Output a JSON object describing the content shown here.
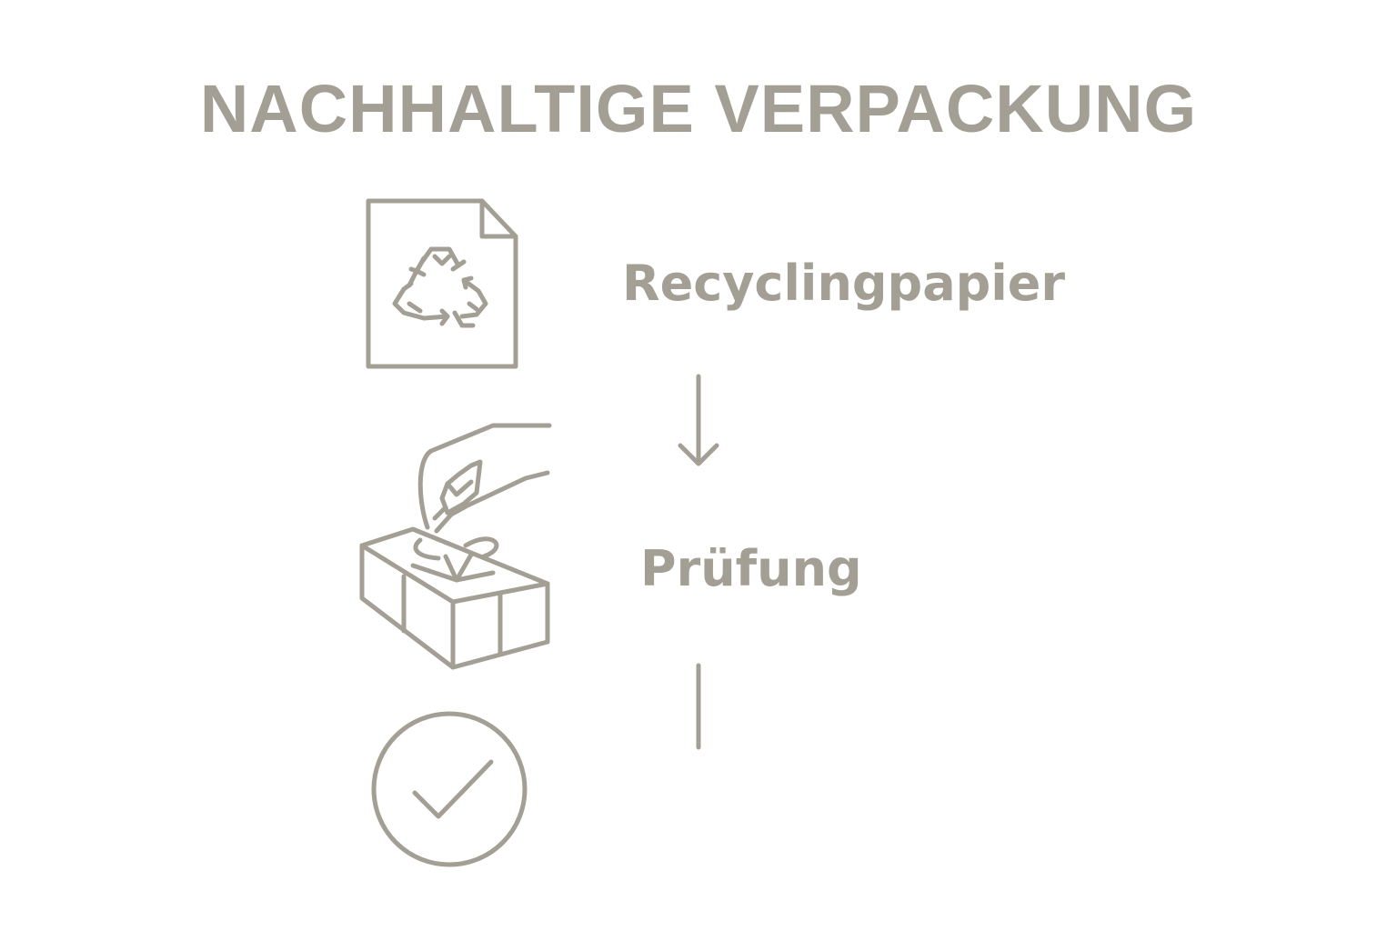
{
  "title": "NACHHALTIGE VERPACKUNG",
  "colors": {
    "foreground": "#a39f94",
    "background": "#ffffff"
  },
  "steps": [
    {
      "icon": "recycled-paper-icon",
      "label": "Recyclingpapier"
    },
    {
      "icon": "gift-wrapping-hand-icon",
      "label": "Prüfung"
    },
    {
      "icon": "checkmark-circle-icon",
      "label": ""
    }
  ],
  "connectors": [
    "arrow-down",
    "line"
  ]
}
